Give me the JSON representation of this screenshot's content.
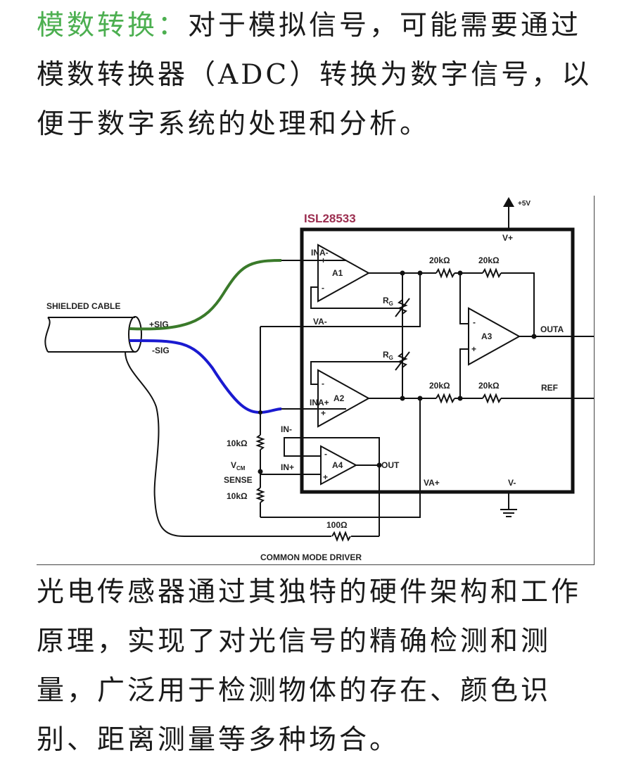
{
  "top_paragraph": {
    "lead": "模数转换：",
    "text": "对于模拟信号，可能需要通过模数转换器（ADC）转换为数字信号，以便于数字系统的处理和分析。",
    "lead_color": "#4caf50"
  },
  "diagram": {
    "chip_name": "ISL28533",
    "supply": "+5V",
    "vplus": "V+",
    "vminus": "V-",
    "cable_label": "SHIELDED CABLE",
    "sig_plus": "+SIG",
    "sig_minus": "-SIG",
    "ina_minus": "INA-",
    "ina_plus": "INA+",
    "va_minus": "VA-",
    "va_plus": "VA+",
    "amp_a1": "A1",
    "amp_a2": "A2",
    "amp_a3": "A3",
    "amp_a4": "A4",
    "rg": "R",
    "rg_sub": "G",
    "r20k_1": "20kΩ",
    "r20k_2": "20kΩ",
    "r20k_3": "20kΩ",
    "r20k_4": "20kΩ",
    "outa": "OUTA",
    "ref": "REF",
    "in_minus": "IN-",
    "in_plus": "IN+",
    "out": "OUT",
    "r10k_1": "10kΩ",
    "r10k_2": "10kΩ",
    "vcm": "V",
    "vcm_sub": "CM",
    "sense": "SENSE",
    "r100": "100Ω",
    "caption": "COMMON MODE DRIVER",
    "plus_sign": "+",
    "minus_sign": "-",
    "wire_green": "#3a7a2a",
    "wire_blue": "#1a1ad0",
    "chip_color": "#9b2d4f"
  },
  "bottom_paragraph": {
    "text": "光电传感器通过其独特的硬件架构和工作原理，实现了对光信号的精确检测和测量，广泛用于检测物体的存在、颜色识别、距离测量等多种场合。"
  }
}
